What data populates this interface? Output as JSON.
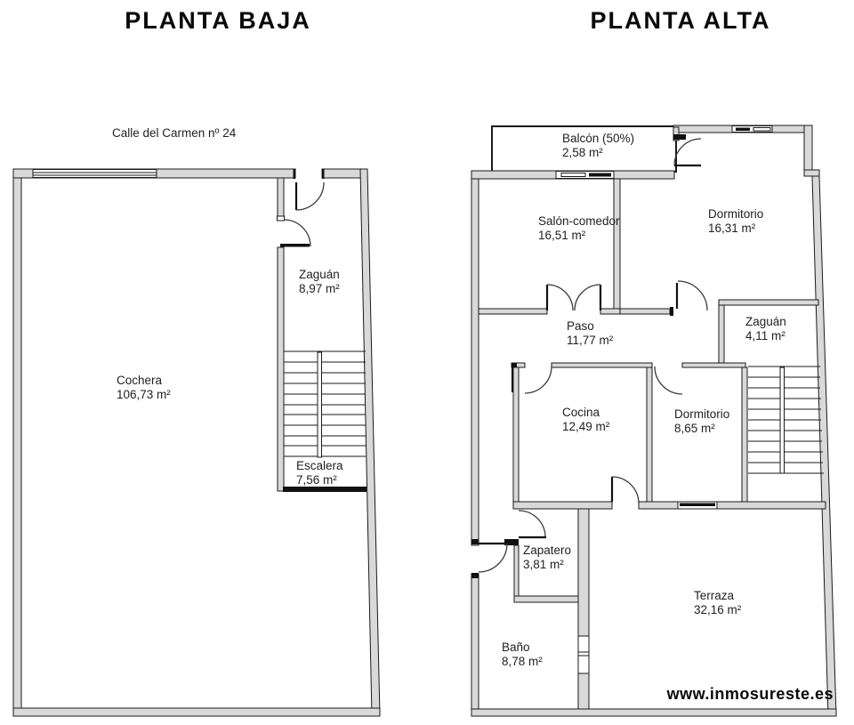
{
  "header": {
    "left_title": "PLANTA BAJA",
    "right_title": "PLANTA ALTA"
  },
  "planta_baja": {
    "address": "Calle del Carmen nº 24",
    "rooms": [
      {
        "name": "Zaguán",
        "area": "8,97 m²"
      },
      {
        "name": "Cochera",
        "area": "106,73 m²"
      },
      {
        "name": "Escalera",
        "area": "7,56 m²"
      }
    ]
  },
  "planta_alta": {
    "rooms": [
      {
        "name": "Balcón (50%)",
        "area": "2,58 m²"
      },
      {
        "name": "Salón-comedor",
        "area": "16,51 m²"
      },
      {
        "name": "Dormitorio",
        "area": "16,31 m²"
      },
      {
        "name": "Paso",
        "area": "11,77 m²"
      },
      {
        "name": "Zaguán",
        "area": "4,11 m²"
      },
      {
        "name": "Cocina",
        "area": "12,49 m²"
      },
      {
        "name": "Dormitorio",
        "area": "8,65 m²"
      },
      {
        "name": "Zapatero",
        "area": "3,81 m²"
      },
      {
        "name": "Baño",
        "area": "8,78 m²"
      },
      {
        "name": "Terraza",
        "area": "32,16 m²"
      }
    ]
  },
  "footer": {
    "website": "www.inmosureste.es"
  },
  "colors": {
    "wall_fill": "#d9d9d9",
    "wall_outline": "#1a1a1a",
    "door_arc": "#3a3a3a",
    "background": "#ffffff",
    "text": "#1f1f1f"
  }
}
